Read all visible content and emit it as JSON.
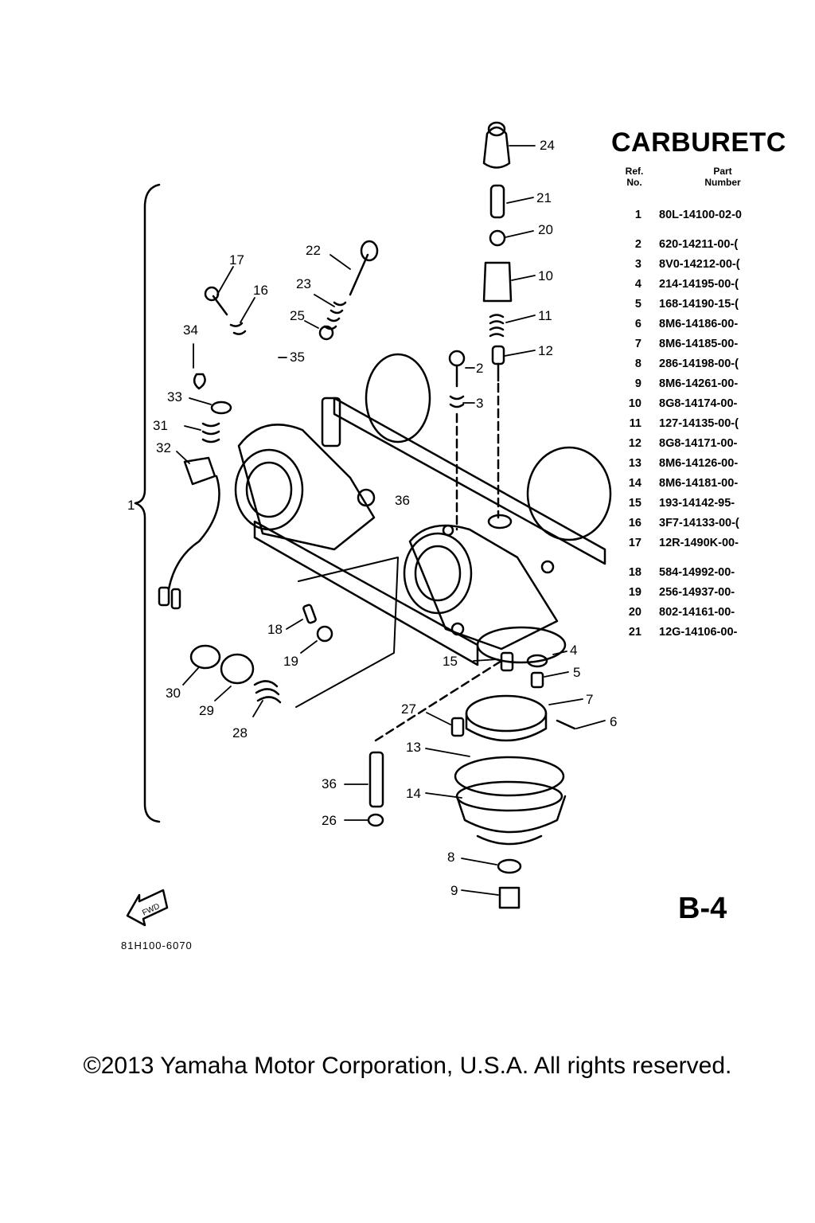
{
  "title": "CARBURETC",
  "table_header": {
    "ref_line1": "Ref.",
    "ref_line2": "No.",
    "part_line1": "Part",
    "part_line2": "Number"
  },
  "parts": [
    {
      "ref": "1",
      "part": "80L-14100-02-0"
    },
    {
      "ref": "2",
      "part": "620-14211-00-("
    },
    {
      "ref": "3",
      "part": "8V0-14212-00-("
    },
    {
      "ref": "4",
      "part": "214-14195-00-("
    },
    {
      "ref": "5",
      "part": "168-14190-15-("
    },
    {
      "ref": "6",
      "part": "8M6-14186-00-"
    },
    {
      "ref": "7",
      "part": "8M6-14185-00-"
    },
    {
      "ref": "8",
      "part": "286-14198-00-("
    },
    {
      "ref": "9",
      "part": "8M6-14261-00-"
    },
    {
      "ref": "10",
      "part": "8G8-14174-00-"
    },
    {
      "ref": "11",
      "part": "127-14135-00-("
    },
    {
      "ref": "12",
      "part": "8G8-14171-00-"
    },
    {
      "ref": "13",
      "part": "8M6-14126-00-"
    },
    {
      "ref": "14",
      "part": "8M6-14181-00-"
    },
    {
      "ref": "15",
      "part": "193-14142-95-"
    },
    {
      "ref": "16",
      "part": "3F7-14133-00-("
    },
    {
      "ref": "17",
      "part": "12R-1490K-00-"
    },
    {
      "ref": "18",
      "part": "584-14992-00-"
    },
    {
      "ref": "19",
      "part": "256-14937-00-"
    },
    {
      "ref": "20",
      "part": "802-14161-00-"
    },
    {
      "ref": "21",
      "part": "12G-14106-00-"
    }
  ],
  "callouts": [
    "1",
    "2",
    "3",
    "4",
    "5",
    "6",
    "7",
    "8",
    "9",
    "10",
    "11",
    "12",
    "13",
    "14",
    "15",
    "16",
    "17",
    "18",
    "19",
    "20",
    "21",
    "22",
    "23",
    "24",
    "25",
    "26",
    "27",
    "28",
    "29",
    "30",
    "31",
    "32",
    "33",
    "34",
    "35",
    "36",
    "36"
  ],
  "page_code": "B-4",
  "diagram_code": "81H100-6070",
  "fwd_label": "FWD",
  "copyright": "©2013 Yamaha Motor Corporation, U.S.A. All rights reserved."
}
